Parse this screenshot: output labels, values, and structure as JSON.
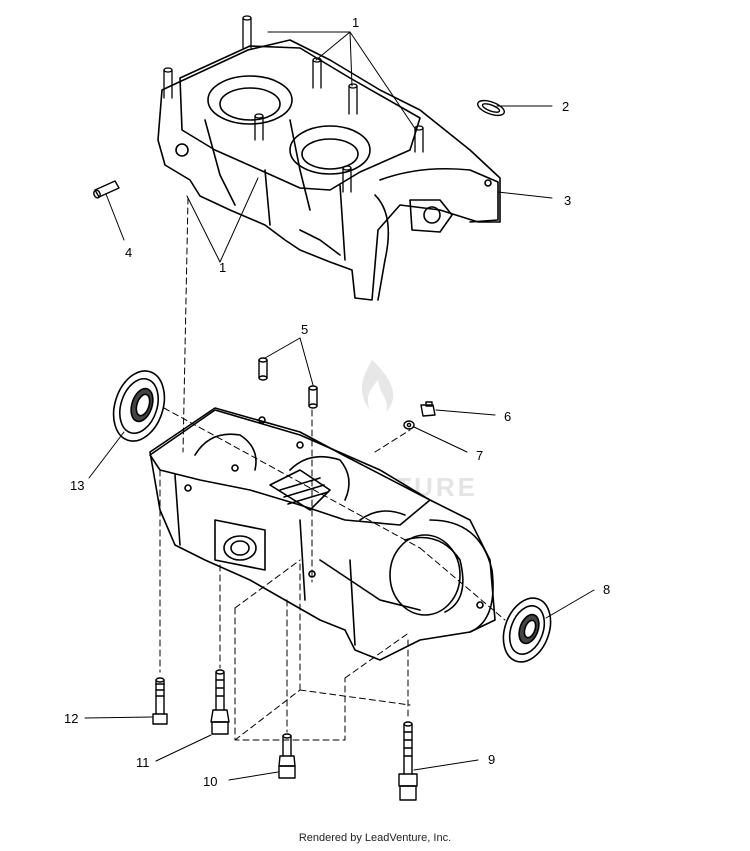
{
  "diagram": {
    "callouts": [
      {
        "id": "c1a",
        "label": "1"
      },
      {
        "id": "c1b",
        "label": "1"
      },
      {
        "id": "c2",
        "label": "2"
      },
      {
        "id": "c3",
        "label": "3"
      },
      {
        "id": "c4",
        "label": "4"
      },
      {
        "id": "c5",
        "label": "5"
      },
      {
        "id": "c6",
        "label": "6"
      },
      {
        "id": "c7",
        "label": "7"
      },
      {
        "id": "c8",
        "label": "8"
      },
      {
        "id": "c9",
        "label": "9"
      },
      {
        "id": "c10",
        "label": "10"
      },
      {
        "id": "c11",
        "label": "11"
      },
      {
        "id": "c12",
        "label": "12"
      },
      {
        "id": "c13",
        "label": "13"
      }
    ],
    "watermark": "LEADVENTURE"
  },
  "footer": {
    "credit": "Rendered by LeadVenture, Inc."
  }
}
